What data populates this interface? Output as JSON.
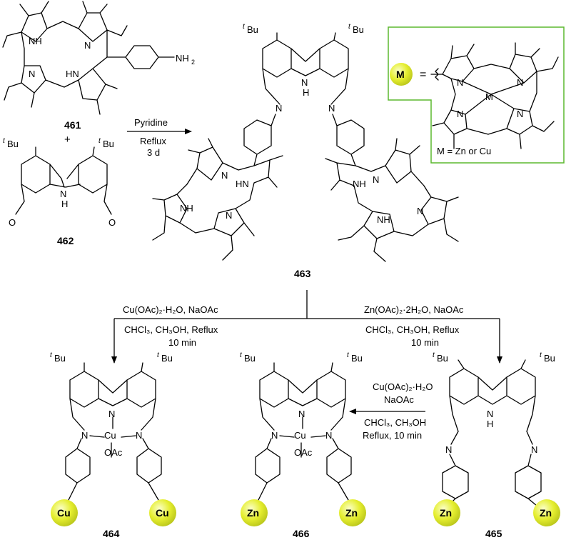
{
  "compounds": {
    "c461": "461",
    "c462": "462",
    "c463": "463",
    "c464": "464",
    "c465": "465",
    "c466": "466"
  },
  "plus": "+",
  "reaction1": {
    "line1": "Pyridine",
    "line2": "Reflux",
    "line3": "3 d"
  },
  "reaction_cu": {
    "line1": "Cu(OAc)₂·H₂O, NaOAc",
    "line2": "CHCl₃, CH₃OH, Reflux",
    "line3": "10 min"
  },
  "reaction_zn": {
    "line1": "Zn(OAc)₂·2H₂O, NaOAc",
    "line2": "CHCl₃, CH₃OH, Reflux",
    "line3": "10 min"
  },
  "reaction_trans": {
    "line1": "Cu(OAc)₂·H₂O",
    "line2": "NaOAc",
    "line3": "CHCl₃, CH₃OH",
    "line4": "Reflux, 10 min"
  },
  "legend": {
    "ball": "M",
    "equals": "=",
    "metal_label": "M",
    "caption": "M = Zn or Cu"
  },
  "atoms": {
    "NH": "NH",
    "HN": "HN",
    "N": "N",
    "H": "H",
    "NH2": "NH",
    "two": "2",
    "O": "O",
    "tBu_t": "t",
    "tBu_Bu": "Bu",
    "Cu": "Cu",
    "OAc": "OAc"
  },
  "balls": {
    "cu": "Cu",
    "zn": "Zn"
  },
  "colors": {
    "ball_core": "#eef545",
    "ball_edge": "#b6c21c",
    "box_border": "#5cb82e"
  }
}
